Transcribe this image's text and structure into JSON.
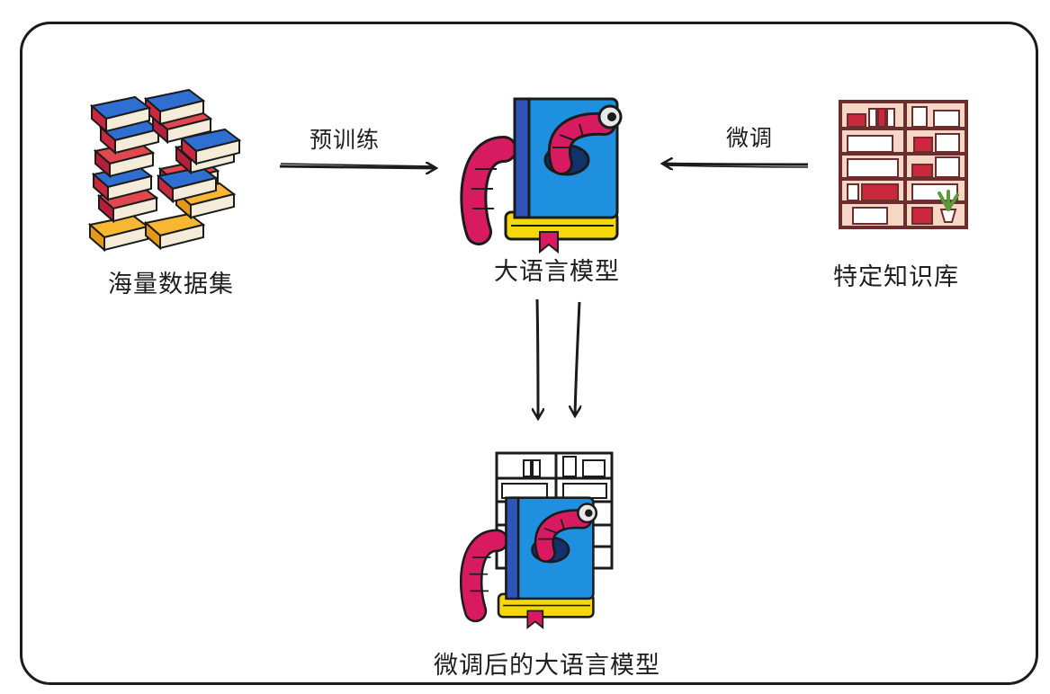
{
  "nodes": {
    "dataset": {
      "label": "海量数据集",
      "icon": "book-stack-icon"
    },
    "llm": {
      "label": "大语言模型",
      "icon": "bookworm-book-icon"
    },
    "knowledge": {
      "label": "特定知识库",
      "icon": "bookshelf-icon"
    },
    "finetuned": {
      "label": "微调后的大语言模型",
      "icon": "bookworm-with-shelf-icon"
    }
  },
  "edges": {
    "pretrain": {
      "label": "预训练"
    },
    "finetune": {
      "label": "微调"
    }
  },
  "colors": {
    "book_blue": "#1f8fe0",
    "book_cover_blue": "#2f6fd1",
    "worm_red": "#d81b60",
    "book_yellow": "#f5d80a",
    "shelf_brown": "#6b2d2d",
    "shelf_fill": "#f6d7c5",
    "outline": "#1b1b1b"
  }
}
